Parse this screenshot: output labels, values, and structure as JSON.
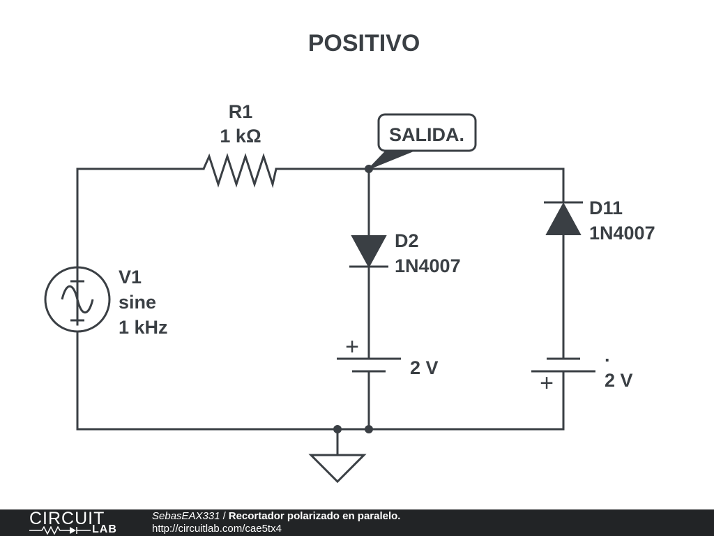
{
  "title": "POSITIVO",
  "components": {
    "R1": {
      "name": "R1",
      "value": "1 kΩ"
    },
    "V1": {
      "name": "V1",
      "type": "sine",
      "freq": "1 kHz"
    },
    "D2": {
      "name": "D2",
      "part": "1N4007"
    },
    "D11": {
      "name": "D11",
      "part": "1N4007"
    },
    "B1": {
      "value": "2 V",
      "plus": "+"
    },
    "B2": {
      "value": "2 V",
      "plus": "+",
      "dot": "."
    }
  },
  "net_label": "SALIDA.",
  "footer": {
    "logo_top": "CIRCUIT",
    "logo_bottom": "LAB",
    "user": "SebasEAX331",
    "separator": "/",
    "description": "Recortador polarizado en paralelo.",
    "url": "http://circuitlab.com/cae5tx4"
  },
  "colors": {
    "ink": "#3a3f44",
    "footer_bg": "#222426"
  }
}
